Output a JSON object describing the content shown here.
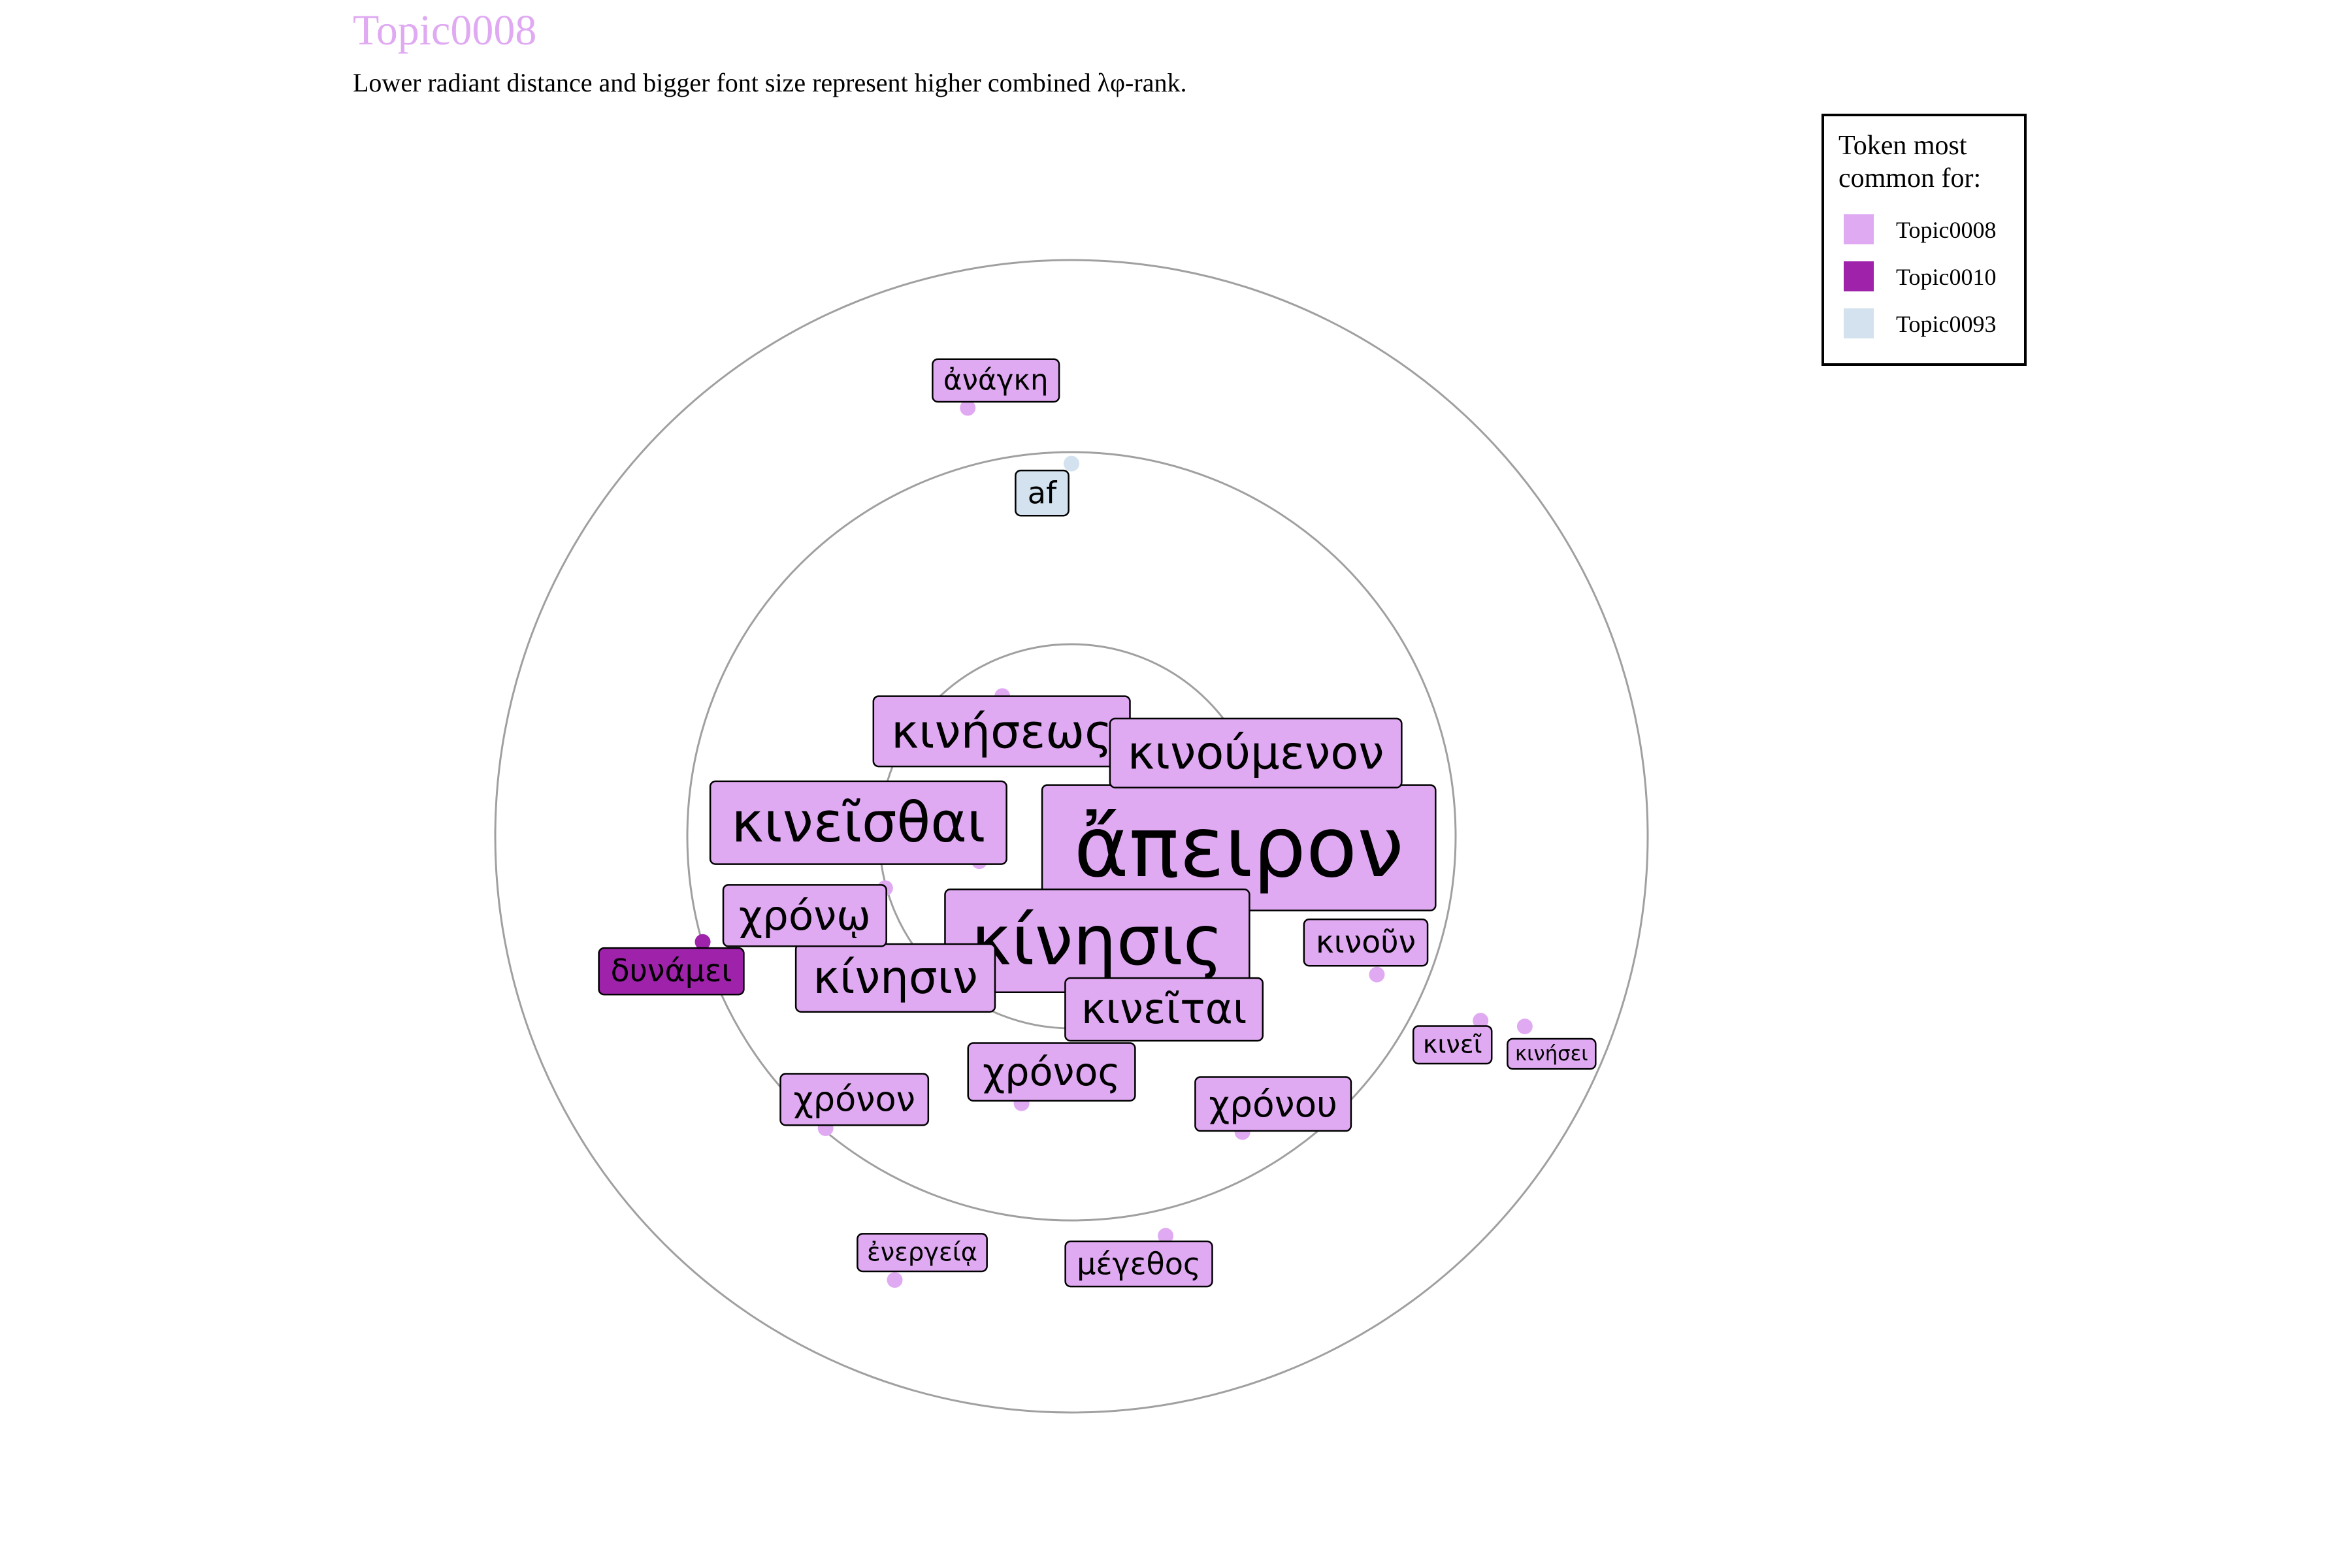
{
  "chart_data": {
    "type": "scatter",
    "projection": "radial",
    "title": "Topic0008",
    "subtitle": "Lower radiant distance and bigger font size represent higher combined λφ-rank.",
    "title_color": "#e0aaf2",
    "grid": true,
    "grid_ring_radii": [
      1,
      2,
      3
    ],
    "legend": {
      "title": "Token most common for:",
      "title_lines": [
        "Token most",
        "common for:"
      ],
      "placement": "top-right",
      "entries": [
        {
          "label": "Topic0008",
          "color": "#e0aaf2"
        },
        {
          "label": "Topic0010",
          "color": "#9e22aa"
        },
        {
          "label": "Topic0093",
          "color": "#d3e2ee"
        }
      ]
    },
    "tokens": [
      {
        "token": "ἄπειρον",
        "topic": "Topic0008",
        "x": -0.03,
        "y": -0.07,
        "size": 10.0
      },
      {
        "token": "κίνησις",
        "topic": "Topic0008",
        "x": -0.07,
        "y": -0.17,
        "size": 8.2
      },
      {
        "token": "κινεῖσθαι",
        "topic": "Topic0008",
        "x": -0.48,
        "y": -0.13,
        "size": 6.6
      },
      {
        "token": "κινήσεως",
        "topic": "Topic0008",
        "x": -0.36,
        "y": 0.73,
        "size": 5.6
      },
      {
        "token": "κινούμενον",
        "topic": "Topic0008",
        "x": 0.81,
        "y": 0.27,
        "size": 5.5
      },
      {
        "token": "κίνησιν",
        "topic": "Topic0008",
        "x": -0.59,
        "y": -0.52,
        "size": 5.4
      },
      {
        "token": "κινεῖται",
        "topic": "Topic0008",
        "x": 0.4,
        "y": -0.51,
        "size": 5.0
      },
      {
        "token": "χρόνῳ",
        "topic": "Topic0008",
        "x": -0.97,
        "y": -0.27,
        "size": 4.9
      },
      {
        "token": "χρόνος",
        "topic": "Topic0008",
        "x": -0.26,
        "y": -1.39,
        "size": 4.6
      },
      {
        "token": "χρόνου",
        "topic": "Topic0008",
        "x": 0.89,
        "y": -1.54,
        "size": 4.3
      },
      {
        "token": "χρόνον",
        "topic": "Topic0008",
        "x": -1.28,
        "y": -1.52,
        "size": 4.1
      },
      {
        "token": "κινοῦν",
        "topic": "Topic0008",
        "x": 1.59,
        "y": -0.72,
        "size": 3.7
      },
      {
        "token": "δυνάμει",
        "topic": "Topic0010",
        "x": -1.92,
        "y": -0.55,
        "size": 3.7
      },
      {
        "token": "μέγεθος",
        "topic": "Topic0008",
        "x": 0.49,
        "y": -2.08,
        "size": 3.6
      },
      {
        "token": "ἀνάγκη",
        "topic": "Topic0008",
        "x": -0.54,
        "y": 2.23,
        "size": 3.4
      },
      {
        "token": "af",
        "topic": "Topic0093",
        "x": 0.0,
        "y": 1.94,
        "size": 3.6
      },
      {
        "token": "ἐνεργείᾳ",
        "topic": "Topic0008",
        "x": -0.92,
        "y": -2.31,
        "size": 3.0
      },
      {
        "token": "κινεῖ",
        "topic": "Topic0008",
        "x": 2.13,
        "y": -0.96,
        "size": 3.0
      },
      {
        "token": "κινήσει",
        "topic": "Topic0008",
        "x": 2.36,
        "y": -0.99,
        "size": 2.4
      }
    ]
  }
}
